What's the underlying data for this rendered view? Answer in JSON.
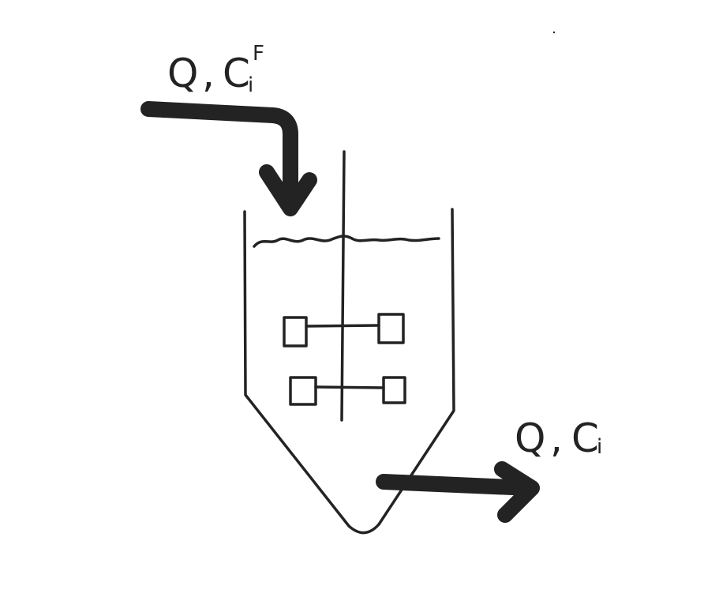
{
  "inlet_label": {
    "flow": "Q",
    "separator": ",",
    "conc": "C",
    "subscript": "i",
    "superscript": "F"
  },
  "outlet_label": {
    "flow": "Q",
    "separator": ",",
    "conc": "C",
    "subscript": "i"
  },
  "colors": {
    "ink": "#232323",
    "background": "#ffffff"
  }
}
